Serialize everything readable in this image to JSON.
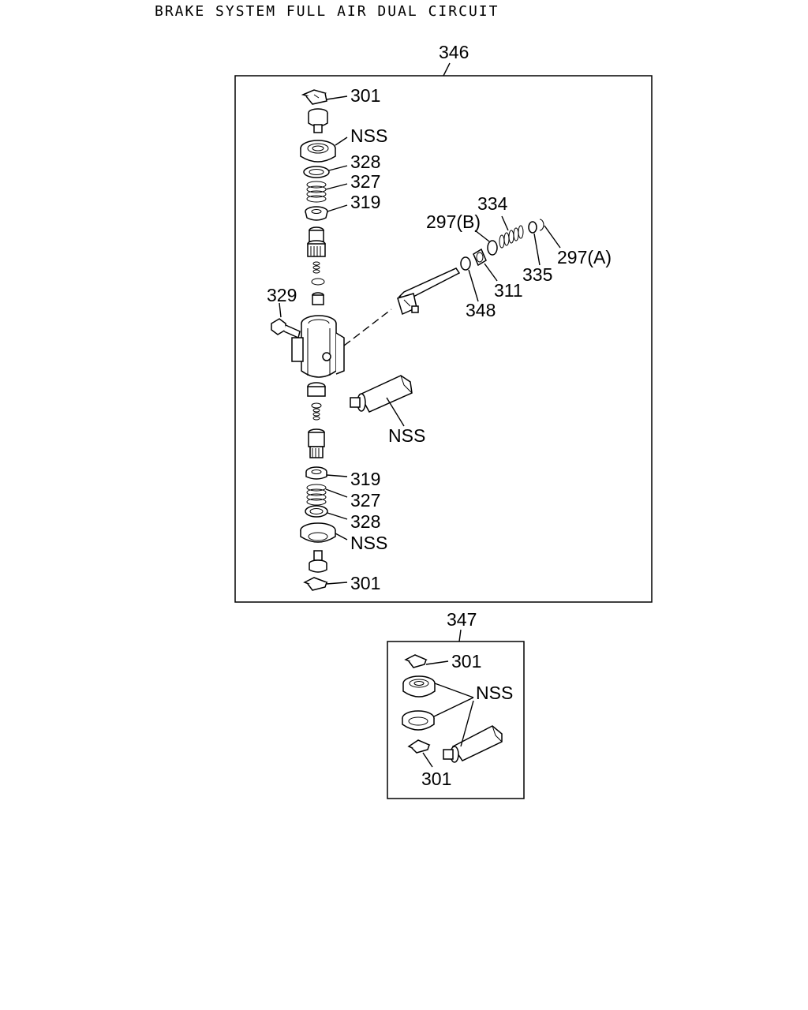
{
  "title": "BRAKE SYSTEM FULL AIR DUAL CIRCUIT",
  "assemblies": [
    {
      "number": "346",
      "labels": {
        "top_plate": "301",
        "top_seal": "NSS",
        "top_ring": "328",
        "top_spring": "327",
        "top_seat": "319",
        "bolt": "329",
        "ring_b": "297(B)",
        "spring_334": "334",
        "ring_a": "297(A)",
        "washer_335": "335",
        "nut_311": "311",
        "washer_348": "348",
        "tube": "NSS",
        "bot_seat": "319",
        "bot_spring": "327",
        "bot_ring": "328",
        "bot_seal": "NSS",
        "bot_plate": "301"
      }
    },
    {
      "number": "347",
      "labels": {
        "top_plate": "301",
        "nss": "NSS",
        "bot_plate": "301"
      }
    }
  ]
}
